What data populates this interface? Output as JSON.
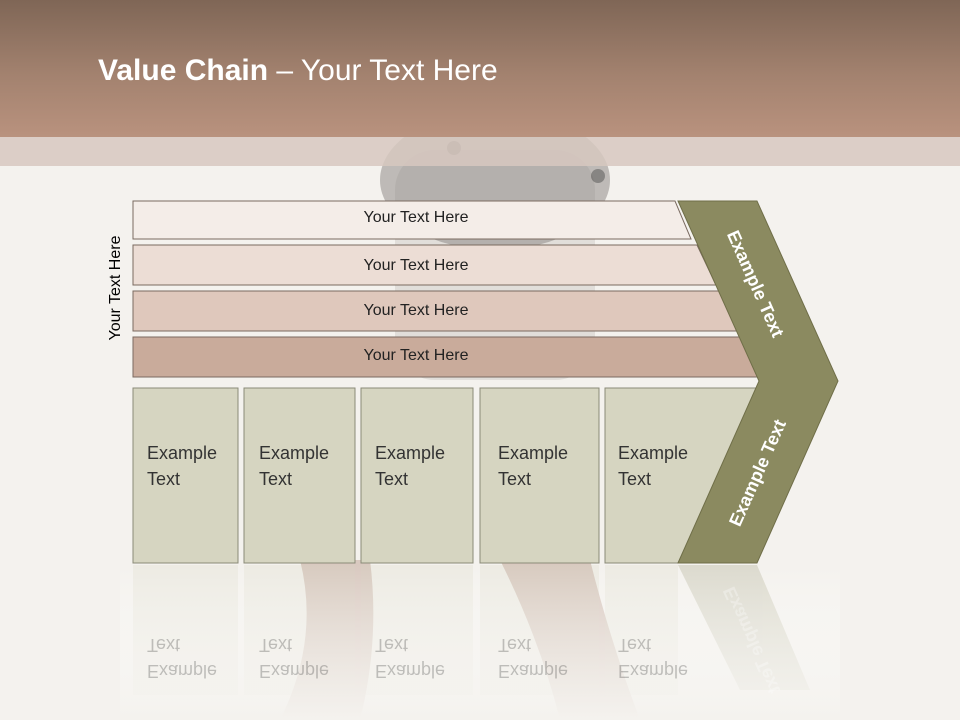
{
  "slide": {
    "title_bold": "Value Chain",
    "title_rest": " – Your Text Here",
    "side_label": "Your Text Here",
    "bars": [
      {
        "label": "Your Text Here"
      },
      {
        "label": "Your Text Here"
      },
      {
        "label": "Your Text Here"
      },
      {
        "label": "Your Text Here"
      }
    ],
    "cells": [
      {
        "line1": "Example",
        "line2": "Text"
      },
      {
        "line1": "Example",
        "line2": "Text"
      },
      {
        "line1": "Example",
        "line2": "Text"
      },
      {
        "line1": "Example",
        "line2": "Text"
      },
      {
        "line1": "Example",
        "line2": "Text"
      }
    ],
    "chevron_top": "Example Text",
    "chevron_bottom": "Example Text"
  },
  "colors": {
    "header": "#a3826f",
    "bar1": "#f4ede8",
    "bar2": "#ecddd5",
    "bar3": "#dfc8bc",
    "bar4": "#c9ab9b",
    "cell": "#d6d5c1",
    "chevron": "#8b8a60"
  }
}
